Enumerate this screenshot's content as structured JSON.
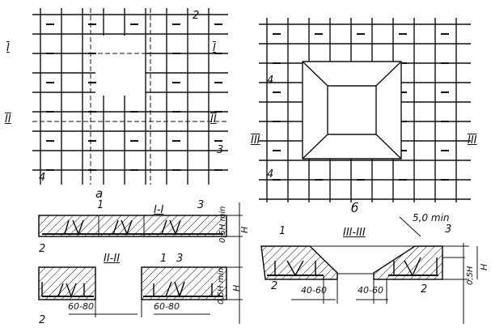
{
  "plan_a": {
    "caption": "а",
    "section_I": "I",
    "section_II": "II",
    "callout_2": "2",
    "callout_3": "3",
    "callout_4": "4"
  },
  "plan_b": {
    "caption": "б",
    "section_III": "III",
    "callout_4": "4"
  },
  "section_I_I": {
    "title": "I-I",
    "callout_1": "1",
    "callout_2": "2",
    "callout_3": "3",
    "dim_thickness": "0,5H min",
    "dim_h": "H"
  },
  "section_II_II": {
    "title": "II-II",
    "callout_1": "1",
    "callout_2": "2",
    "callout_3": "3",
    "dim_thickness": "0,5H min",
    "dim_h": "H",
    "dim_left": "60-80",
    "dim_right": "60-80"
  },
  "section_III_III": {
    "title": "III-III",
    "callout_1": "1",
    "callout_2": "2",
    "callout_3": "3",
    "dim_slope": "5,0 min",
    "dim_half": "0,5H",
    "dim_h": "H",
    "dim_left": "40-60",
    "dim_right": "40-60"
  }
}
